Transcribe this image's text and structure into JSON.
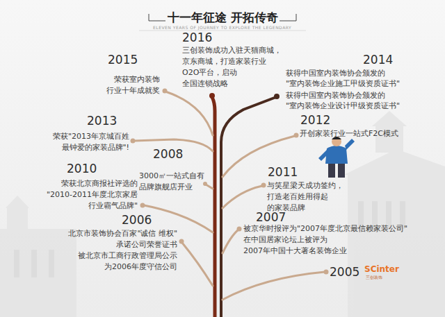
{
  "diagram": {
    "title": "十一年征途 开拓传奇",
    "labels": [
      "ELEVEN YEARS OF JOURNEY TO EXPLORE THE LEGENDARY",
      "2016",
      "三创装饰成功入驻天猫商城，",
      "京东商城，打造家装行业",
      "O2O平台，启动",
      "全国连锁战略",
      "2015",
      "荣获室内装饰",
      "行业十年成就奖",
      "2014",
      "获得中国室内装饰协会颁发的",
      "\"室内装饰企业施工甲级资质证书\"",
      "获得中国室内装饰协会颁发的",
      "\"室内装饰企业设计甲级资质证书\"",
      "2013",
      "荣获\"2013年京城百姓",
      "最钟爱的家装品牌\"!",
      "2012",
      "开创家装行业一站式F2C模式",
      "2008",
      "3000㎡一站式自有",
      "品牌旗舰店开业",
      "2011",
      "与笑星梁天成功签约，",
      "打造老百姓用得起",
      "的家装品牌",
      "2010",
      "荣获北京商报社评选的",
      "\"2010-2011年度北京家居",
      "行业霸气品牌\"",
      "2007",
      "被京华时报评为\"2007年度北京最信赖家装公司\"",
      "在中国居家论坛上被评为",
      "2007年中国十大著名装饰企业",
      "2006",
      "北京市装饰协会百家\"诚信 维权\"",
      "承诺公司荣誉证书",
      "被北京市工商行政管理局公示",
      "为2006年度守信公司",
      "2005",
      "SCinter",
      "三创装饰"
    ]
  }
}
